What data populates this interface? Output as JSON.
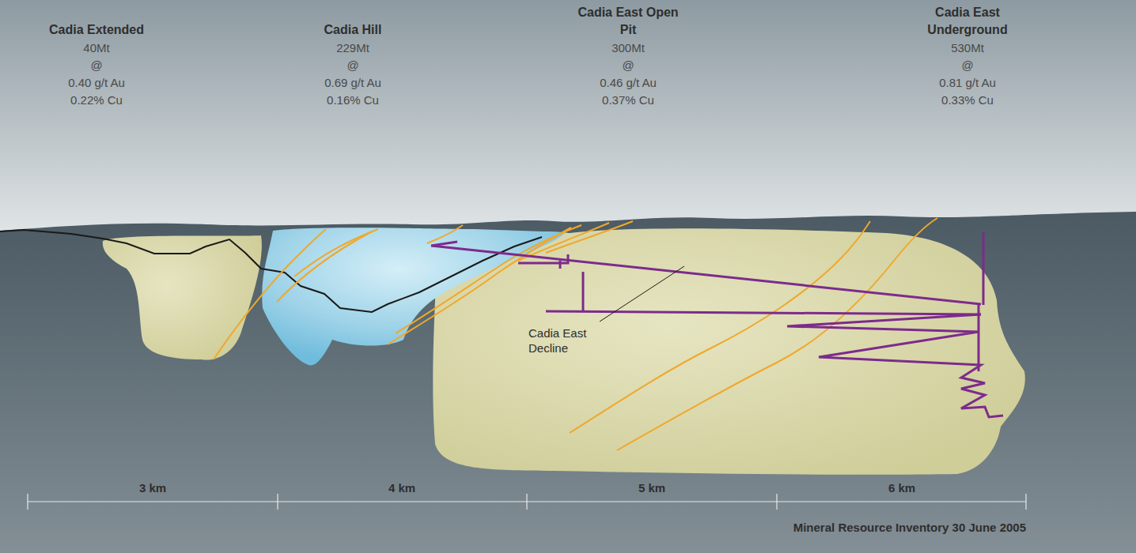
{
  "diagram": {
    "caption": "Mineral Resource Inventory 30 June 2005",
    "labels": [
      "Cadia Extended",
      "40Mt",
      "@",
      "0.40 g/t Au",
      "0.22% Cu",
      "Cadia Hill",
      "229Mt",
      "@",
      "0.69 g/t Au",
      "0.16% Cu",
      "Cadia East Open Pit",
      "300Mt",
      "@",
      "0.46 g/t Au",
      "0.37% Cu",
      "Cadia East Underground",
      "530Mt",
      "@",
      "0.81 g/t Au",
      "0.33% Cu",
      "Cadia East Decline",
      "3 km",
      "4 km",
      "5 km",
      "6 km"
    ]
  }
}
